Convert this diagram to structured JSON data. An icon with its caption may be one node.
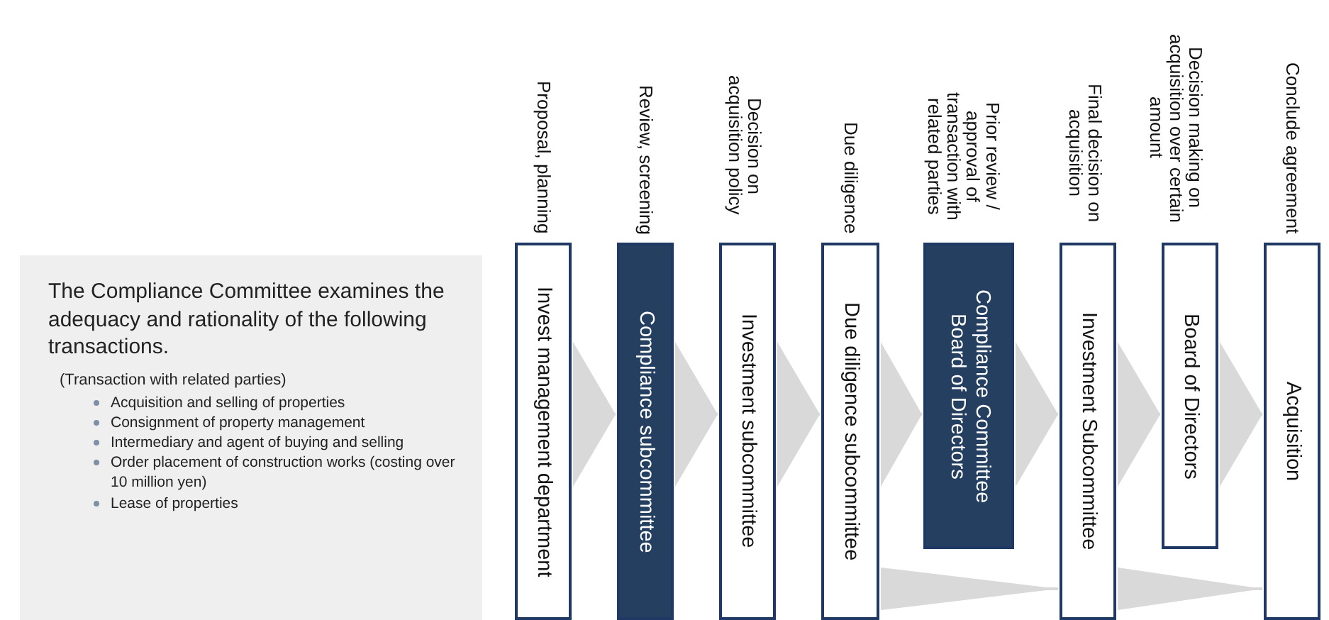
{
  "diagram": {
    "nodes": [
      {
        "text": [
          "The Compliance Committee examines the adequacy and rationality of the following transactions.",
          "(Transaction with related parties)",
          "Acquisition and selling of properties",
          "Consignment of property management",
          "Intermediary and agent of buying and selling",
          "Order placement of construction works (costing over 10 million yen)",
          "Lease of properties"
        ]
      },
      {
        "text": [
          "Proposal, planning",
          "Invest management department"
        ]
      },
      {
        "text": [
          "Review, screening",
          "Compliance subcommittee"
        ]
      },
      {
        "text": [
          "Decision on acquisition policy",
          "Investment subcommittee"
        ]
      },
      {
        "text": [
          "Due diligence",
          "Due diligence subcommittee"
        ]
      },
      {
        "text": [
          "Prior review / approval of transaction with related parties",
          "Compliance Committee",
          "Board of Directors"
        ]
      },
      {
        "text": [
          "Final decision on acquisition",
          "Investment Subcommittee"
        ]
      },
      {
        "text": [
          "Decision making on acquisition over certain amount",
          "Board of Directors"
        ]
      },
      {
        "text": [
          "Conclude agreement",
          "Acquisition"
        ]
      }
    ],
    "edges": [
      {
        "from": 1,
        "to": 2,
        "arrow": "to"
      },
      {
        "from": 2,
        "to": 3,
        "arrow": "to"
      },
      {
        "from": 3,
        "to": 4,
        "arrow": "to"
      },
      {
        "from": 4,
        "to": 5,
        "arrow": "to"
      },
      {
        "from": 5,
        "to": 6,
        "arrow": "to"
      },
      {
        "from": 6,
        "to": 7,
        "arrow": "to"
      },
      {
        "from": 7,
        "to": 8,
        "arrow": "to"
      },
      {
        "from": 4,
        "to": 6,
        "arrow": "to"
      },
      {
        "from": 6,
        "to": 8,
        "arrow": "to"
      }
    ]
  }
}
